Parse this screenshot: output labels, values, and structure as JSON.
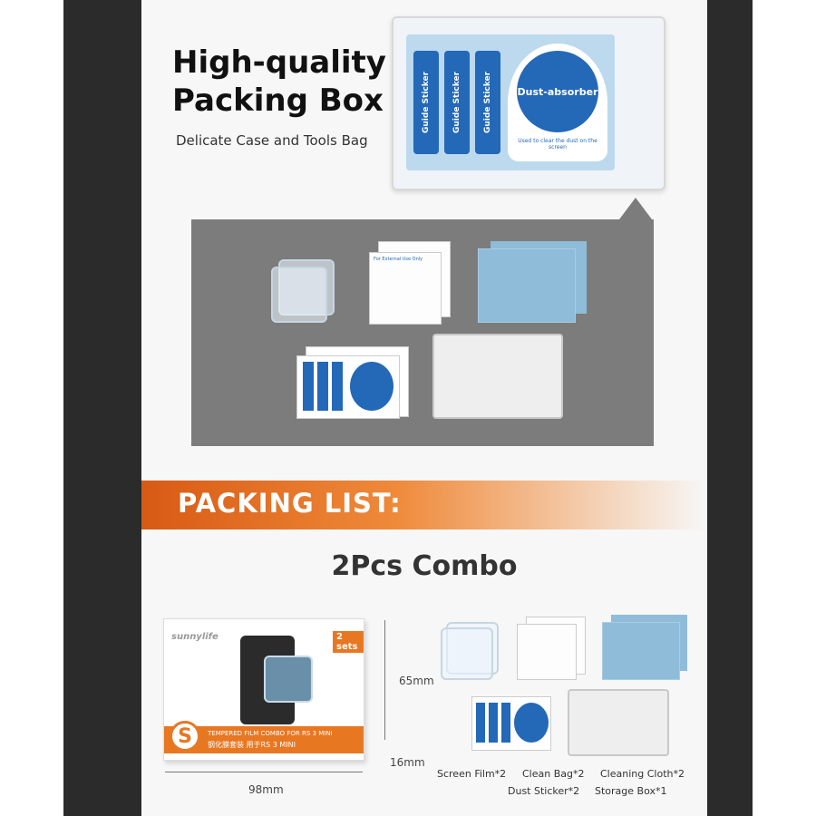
{
  "hero": {
    "title_line1": "High-quality",
    "title_line2": "Packing Box",
    "subtitle": "Delicate Case and Tools Bag"
  },
  "case_contents": {
    "guide_sticker_label": "Guide Sticker",
    "dust_absorber_label": "Dust-absorber",
    "dust_absorber_note": "Used to clear the dust on the screen",
    "wipe_heading": "For External Use Only"
  },
  "packing_list": {
    "banner": "PACKING LIST:",
    "combo_title": "2Pcs Combo"
  },
  "package": {
    "brand": "sunnylife",
    "badge": "2 sets",
    "line1": "TEMPERED FILM COMBO FOR RS 3 MINI",
    "line2": "钢化膜套装 用于RS 3 MINI",
    "logo_letter": "S",
    "height": "65mm",
    "depth": "16mm",
    "width": "98mm"
  },
  "items": {
    "screen_film": "Screen Film*2",
    "clean_bag": "Clean Bag*2",
    "cleaning_cloth": "Cleaning Cloth*2",
    "dust_sticker": "Dust Sticker*2",
    "storage_box": "Storage Box*1"
  },
  "colors": {
    "accent_orange": "#e87722",
    "sticker_blue": "#2468b8",
    "cloth_blue": "#8fbcd9",
    "side_bar": "#2b2b2b"
  }
}
